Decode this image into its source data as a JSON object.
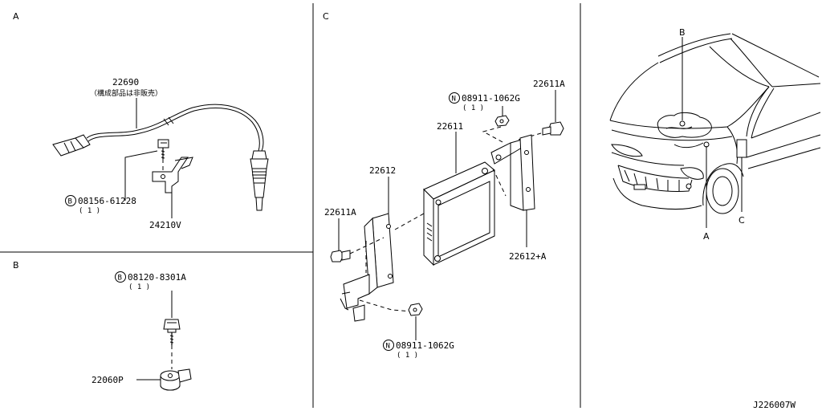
{
  "sections": {
    "a": "A",
    "b": "B",
    "c": "C"
  },
  "section_a": {
    "sensor_part_no": "22690",
    "sensor_note": "（構成部品は非販売）",
    "bolt_code": "08156-61228",
    "bolt_qty": "( 1 )",
    "bolt_prefix": "B",
    "bracket_part_no": "24210V"
  },
  "section_b": {
    "bolt_prefix": "B",
    "bolt_code": "08120-8301A",
    "bolt_qty": "( 1 )",
    "sensor_part_no": "22060P"
  },
  "section_c": {
    "nut_prefix": "N",
    "nut_top_code": "08911-1062G",
    "nut_top_qty": "( 1 )",
    "bolt_right_part_no": "22611A",
    "ecu_part_no": "22611",
    "bracket_left_part_no": "22612",
    "bolt_left_part_no": "22611A",
    "bracket_right_part_no": "22612+A",
    "nut_bottom_code": "08911-1062G",
    "nut_bottom_qty": "( 1 )"
  },
  "vehicle": {
    "marker_b": "B",
    "marker_a": "A",
    "marker_c": "C"
  },
  "drawing_id": "J226007W"
}
